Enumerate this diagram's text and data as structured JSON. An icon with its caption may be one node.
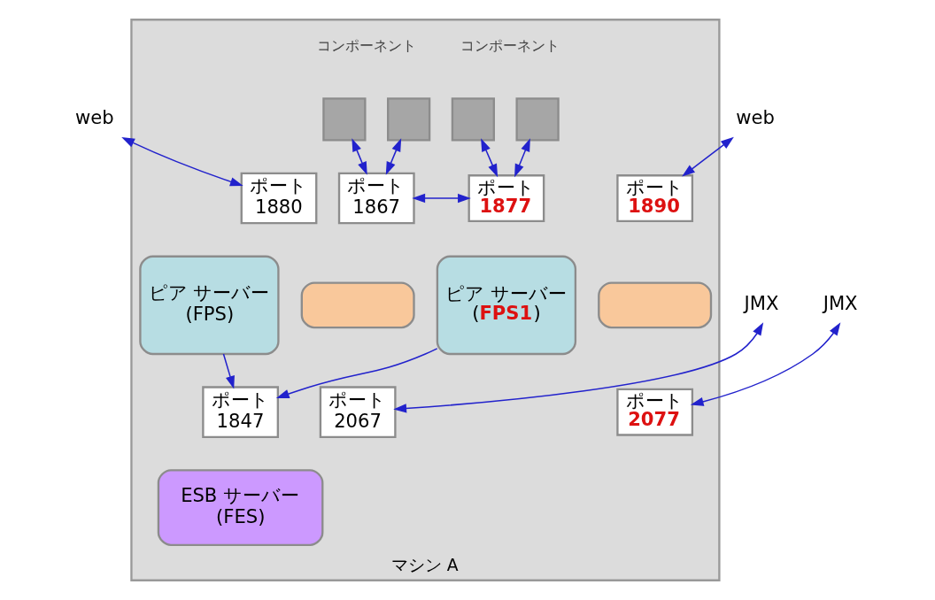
{
  "diagram": {
    "nodes": [
      {
        "text": [
          "マシン A"
        ]
      },
      {
        "text": [
          "web"
        ]
      },
      {
        "text": [
          "web"
        ]
      },
      {
        "text": [],
        "shape": "box",
        "in": 0
      },
      {
        "text": [],
        "shape": "box",
        "in": 0
      },
      {
        "text": [],
        "shape": "box",
        "in": 0
      },
      {
        "text": [],
        "shape": "box",
        "in": 0
      },
      {
        "text": [
          "JMX"
        ]
      },
      {
        "text": [
          "JMX"
        ]
      },
      {
        "text": [
          "ポート 1880"
        ],
        "in": 0
      },
      {
        "text": [
          "ポート 1867"
        ],
        "in": 0
      },
      {
        "text": [
          "ポート 1877"
        ],
        "in": 0
      },
      {
        "text": [
          "ポート 1890"
        ],
        "in": 0
      },
      {
        "text": [],
        "shape": "box",
        "in": 0
      },
      {
        "text": [
          "ピア サーバー (FPS)"
        ],
        "in": 0
      },
      {
        "text": [
          "ピア サーバー (FPS1)"
        ],
        "in": 0
      },
      {
        "text": [],
        "shape": "box",
        "in": 0
      },
      {
        "text": [
          "ポート 2067"
        ],
        "in": 0
      },
      {
        "text": [
          "ポート 2077"
        ],
        "in": 0
      },
      {
        "text": [
          "ポート 1847"
        ],
        "in": 0
      },
      {
        "text": [
          "ESB サーバー (FES)"
        ],
        "in": 0
      }
    ],
    "edges": [
      {
        "from": 1,
        "to": 9,
        "arrow": "both"
      },
      {
        "from": 3,
        "to": 10,
        "arrow": "both"
      },
      {
        "from": 4,
        "to": 10,
        "arrow": "both"
      },
      {
        "from": 5,
        "to": 11,
        "arrow": "both"
      },
      {
        "from": 6,
        "to": 11,
        "arrow": "both"
      },
      {
        "from": 2,
        "to": 12,
        "arrow": "both"
      },
      {
        "from": 10,
        "to": 11,
        "arrow": "both"
      },
      {
        "from": 7,
        "to": 17,
        "arrow": "both"
      },
      {
        "from": 8,
        "to": 18,
        "arrow": "both"
      },
      {
        "from": 14,
        "to": 19,
        "arrow": "to"
      },
      {
        "from": 15,
        "to": 19,
        "arrow": "to"
      }
    ],
    "labels": [
      "コンポーネント",
      "コンポーネント"
    ]
  }
}
